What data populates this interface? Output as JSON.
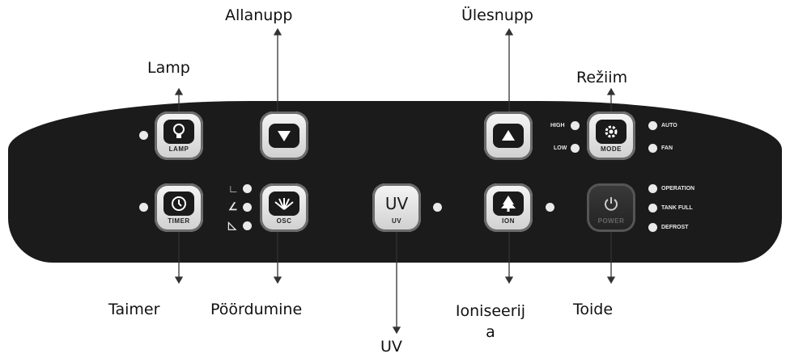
{
  "callouts": {
    "lamp": "Lamp",
    "allanupp": "Allanupp",
    "ulesnupp": "Ülesnupp",
    "reziim": "Režiim",
    "taimer": "Taimer",
    "poordumine": "Pöördumine",
    "uv": "UV",
    "ioniseerija": "Ioniseerij a",
    "toide": "Toide"
  },
  "panel": {
    "button_captions": {
      "lamp": "LAMP",
      "mode": "MODE",
      "timer": "TIMER",
      "osc": "OSC",
      "uv_glyph": "UV",
      "uv": "UV",
      "ion": "ION",
      "power": "POWER"
    },
    "fan_speed_labels": {
      "high": "HIGH",
      "low": "LOW"
    },
    "mode_labels": {
      "auto": "AUTO",
      "fan": "FAN"
    },
    "status_labels": {
      "operation": "OPERATION",
      "tank_full": "TANK FULL",
      "defrost": "DEFROST"
    }
  },
  "colors": {
    "panel": "#1b1b1b",
    "button_face": "#e6e6e6",
    "led": "#eaeaea",
    "arrow": "#333333"
  },
  "icons": [
    "bulb-icon",
    "triangle-down-icon",
    "triangle-up-icon",
    "gear-icon",
    "clock-icon",
    "fan-swing-icon",
    "tree-ion-icon",
    "power-icon"
  ]
}
